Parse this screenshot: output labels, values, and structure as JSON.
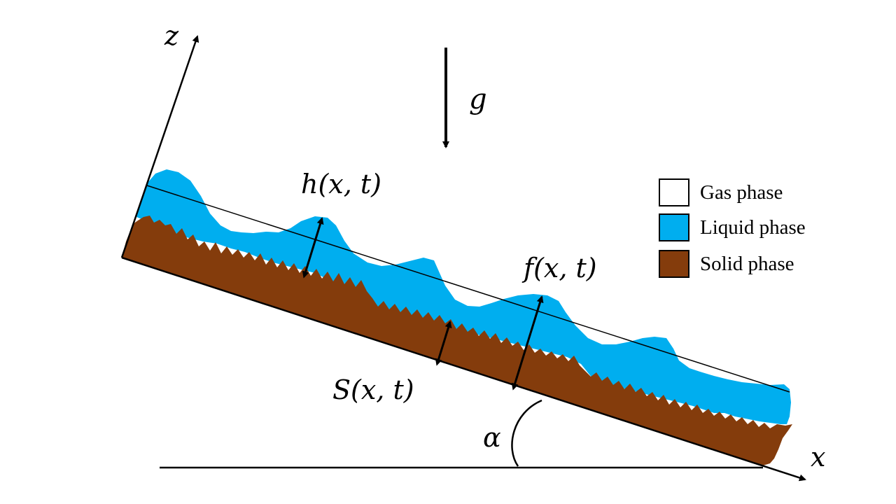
{
  "labels": {
    "z_axis": "z",
    "x_axis": "x",
    "gravity": "g",
    "alpha": "α",
    "h": "h(x, t)",
    "f": "f(x, t)",
    "s": "S(x, t)"
  },
  "legend": [
    {
      "label": "Gas phase",
      "color": "#ffffff"
    },
    {
      "label": "Liquid phase",
      "color": "#00aeef"
    },
    {
      "label": "Solid phase",
      "color": "#843c0c"
    }
  ]
}
